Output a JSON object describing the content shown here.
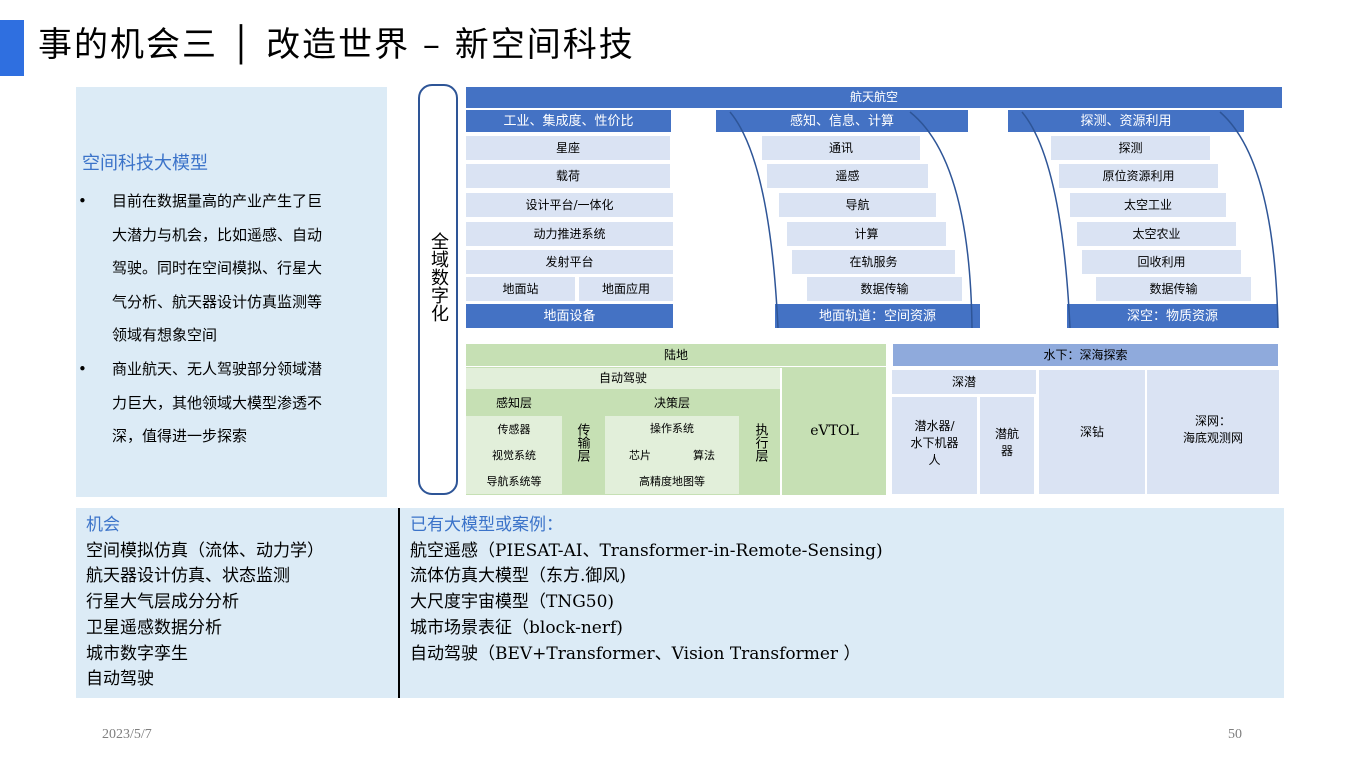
{
  "title": "事的机会三 │ 改造世界 – 新空间科技",
  "left_panel": {
    "heading": "空间科技大模型",
    "bullets": [
      [
        "目前在数据量高的产业产生了巨",
        "大潜力与机会，比如遥感、自动",
        "驾驶。同时在空间模拟、行星大",
        "气分析、航天器设计仿真监测等",
        "领域有想象空间"
      ],
      [
        "商业航天、无人驾驶部分领域潜",
        "力巨大，其他领域大模型渗透不",
        "深，值得进一步探索"
      ]
    ],
    "bullet_symbol": "•"
  },
  "vertical_label": "全域数字化",
  "aerospace": {
    "header": "航天航空",
    "col1": {
      "header": "工业、集成度、性价比",
      "items": [
        "星座",
        "载荷",
        "设计平台/一体化",
        "动力推进系统",
        "发射平台"
      ],
      "pair": [
        "地面站",
        "地面应用"
      ],
      "footer": "地面设备"
    },
    "col2": {
      "header": "感知、信息、计算",
      "items": [
        "通讯",
        "遥感",
        "导航",
        "计算",
        "在轨服务",
        "数据传输"
      ],
      "footer": "地面轨道：空间资源"
    },
    "col3": {
      "header": "探测、资源利用",
      "items": [
        "探测",
        "原位资源利用",
        "太空工业",
        "太空农业",
        "回收利用",
        "数据传输"
      ],
      "footer": "深空：物质资源"
    }
  },
  "land": {
    "header": "陆地",
    "autopilot": "自动驾驶",
    "perception": {
      "header": "感知层",
      "items": [
        "传感器",
        "视觉系统",
        "导航系统等"
      ]
    },
    "transport": "传输层",
    "decision": {
      "header": "决策层",
      "items": [
        "操作系统",
        "芯片",
        "算法",
        "高精度地图等"
      ]
    },
    "execution": "执行层",
    "evtol": "eVTOL"
  },
  "underwater": {
    "header": "水下：深海探索",
    "dive": "深潜",
    "submersible": [
      "潜水器/",
      "水下机器",
      "人"
    ],
    "vehicle": [
      "潜航",
      "器"
    ],
    "drill": "深钻",
    "net": [
      "深网：",
      "海底观测网"
    ]
  },
  "opportunities": {
    "heading": "机会",
    "items": [
      "空间模拟仿真（流体、动力学）",
      "航天器设计仿真、状态监测",
      "行星大气层成分分析",
      "卫星遥感数据分析",
      "城市数字孪生",
      "自动驾驶"
    ]
  },
  "cases": {
    "heading": "已有大模型或案例：",
    "items": [
      "航空遥感（PIESAT-AI、Transformer-in-Remote-Sensing)",
      "流体仿真大模型（东方.御风)",
      "大尺度宇宙模型（TNG50)",
      "城市场景表征（block-nerf)",
      "自动驾驶（BEV+Transformer、Vision Transformer ）"
    ]
  },
  "footer": {
    "date": "2023/5/7",
    "page": "50"
  },
  "colors": {
    "accent": "#2f6fe0",
    "dark_blue": "#4472c4",
    "light_blue": "#dae3f3",
    "green": "#c6e0b4",
    "panel": "#dcebf6"
  }
}
